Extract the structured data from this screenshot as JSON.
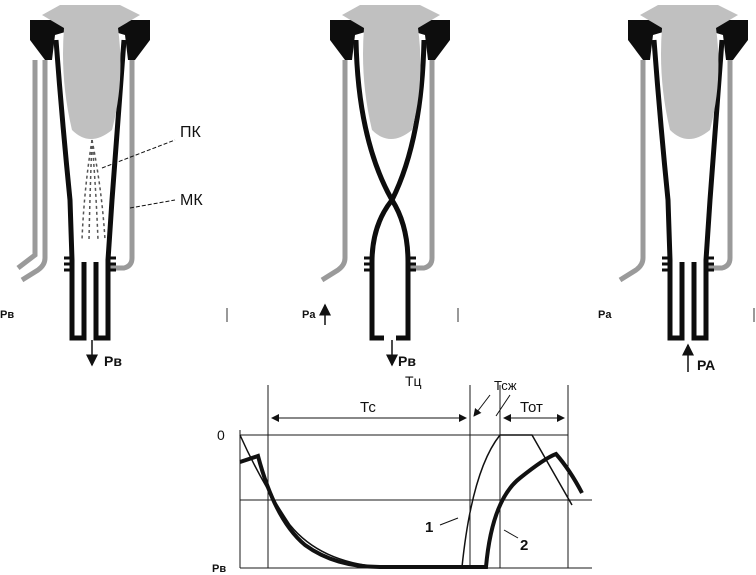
{
  "labels": {
    "pk": "ПК",
    "mk": "МК",
    "p_b_left": "Рв",
    "p_v_left": "Рв",
    "p_a_mid": "Рa",
    "p_v_mid": "Рв",
    "t_cycle": "Тц",
    "p_a_right": "Рa",
    "p_a_right_bottom": "РА",
    "t_c": "Тс",
    "t_sk": "Тсж",
    "t_ot": "Тот",
    "zero": "0",
    "p_b_axis": "Рв",
    "curve_1": "1",
    "curve_2": "2"
  },
  "colors": {
    "liner": "#0d0d0d",
    "shell": "#9a9a9a",
    "teat": "#c0c0c0",
    "grid": "#1a1a1a"
  }
}
